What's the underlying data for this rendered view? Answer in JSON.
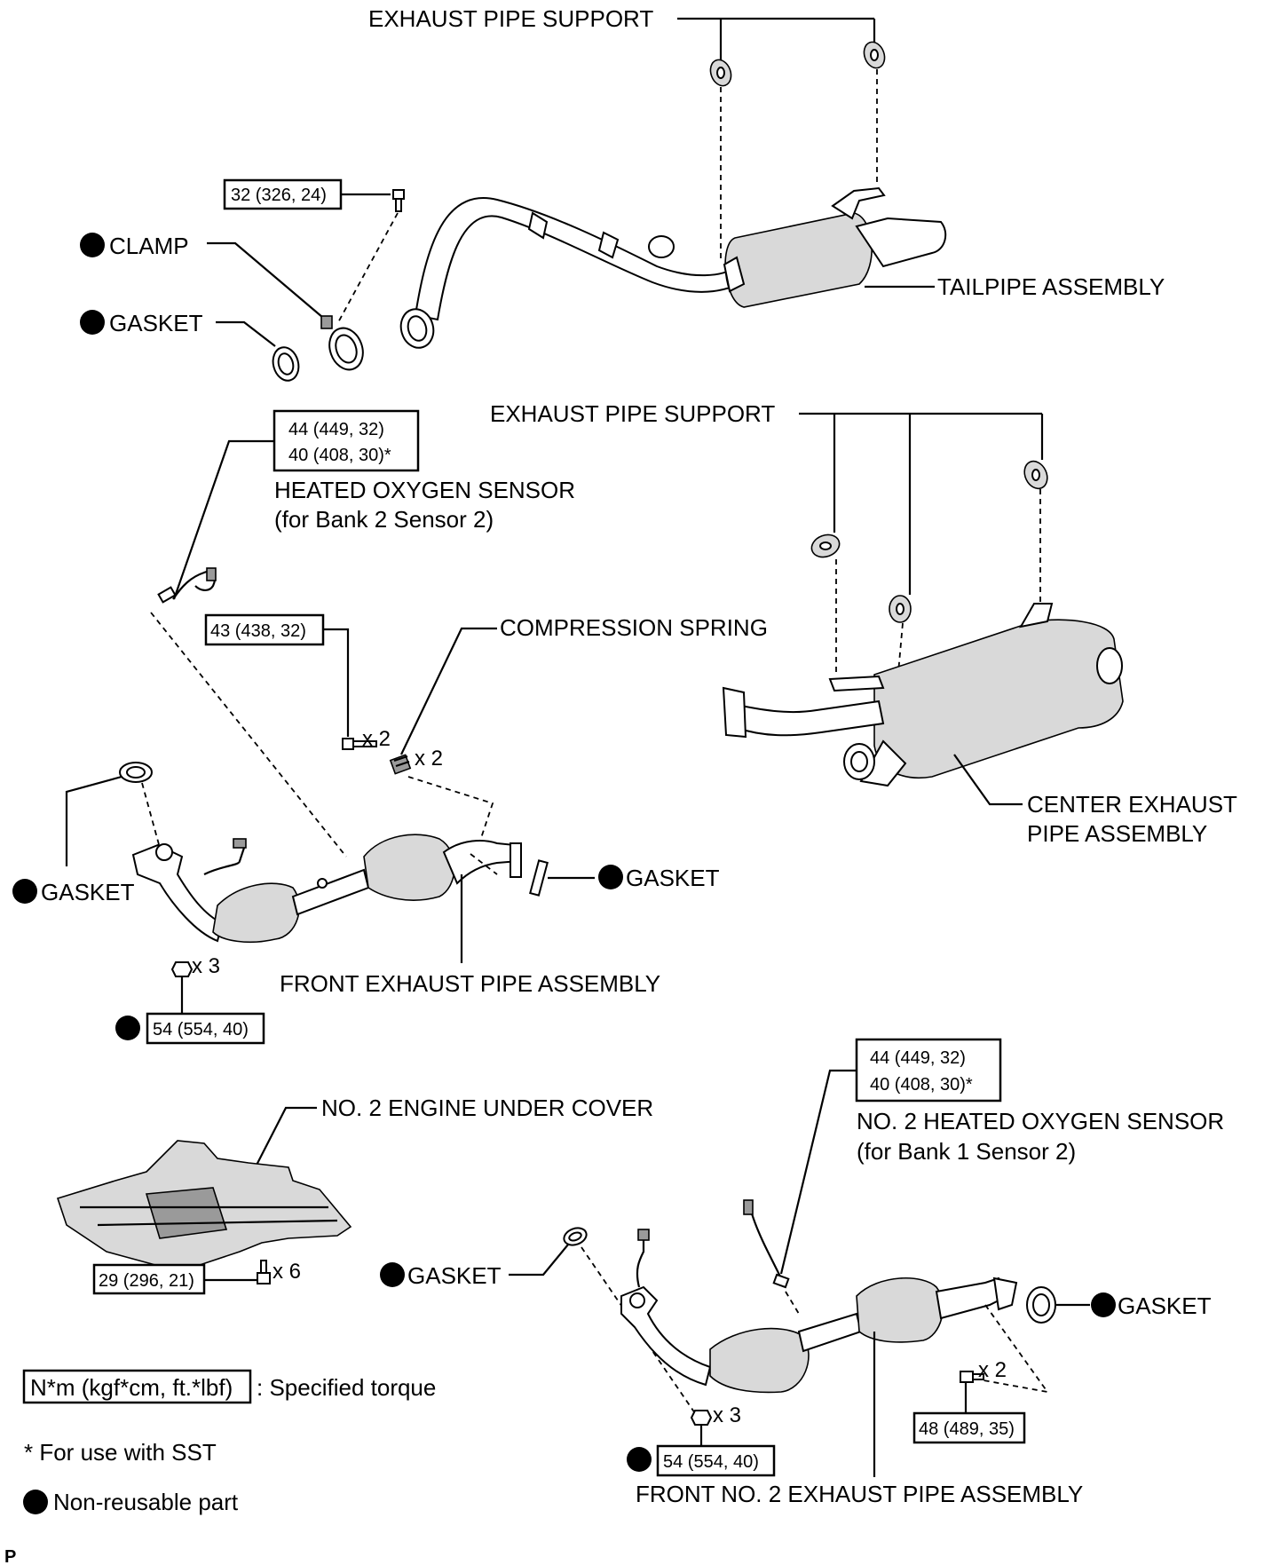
{
  "labels": {
    "exhaust_pipe_support_top": "EXHAUST PIPE SUPPORT",
    "clamp": "CLAMP",
    "gasket": "GASKET",
    "tailpipe_assembly": "TAILPIPE ASSEMBLY",
    "exhaust_pipe_support_mid": "EXHAUST PIPE SUPPORT",
    "heated_oxygen_sensor": "HEATED OXYGEN SENSOR",
    "heated_oxygen_sensor_sub": "(for Bank 2 Sensor 2)",
    "compression_spring": "COMPRESSION SPRING",
    "center_exhaust_pipe_line1": "CENTER EXHAUST",
    "center_exhaust_pipe_line2": "PIPE ASSEMBLY",
    "front_exhaust_pipe": "FRONT EXHAUST PIPE ASSEMBLY",
    "no2_engine_under_cover": "NO. 2 ENGINE UNDER COVER",
    "no2_heated_oxygen_sensor": "NO. 2 HEATED OXYGEN SENSOR",
    "no2_heated_oxygen_sensor_sub": "(for Bank 1 Sensor 2)",
    "front_no2_exhaust_pipe": "FRONT NO. 2 EXHAUST PIPE ASSEMBLY"
  },
  "torques": {
    "clamp_bolt": "32 (326, 24)",
    "sensor_b2s2_line1": "44 (449, 32)",
    "sensor_b2s2_line2": "40 (408, 30)*",
    "spring_bolt": "43 (438, 32)",
    "front_nut": "54 (554, 40)",
    "cover_bolt": "29 (296, 21)",
    "sensor_b1s2_line1": "44 (449, 32)",
    "sensor_b1s2_line2": "40 (408, 30)*",
    "front_no2_nut": "54 (554, 40)",
    "front_no2_bolt": "48 (489, 35)"
  },
  "quantities": {
    "spring_bolt": "x 2",
    "compression_spring": "x 2",
    "front_nut": "x 3",
    "cover_bolt": "x 6",
    "front_no2_nut": "x 3",
    "front_no2_bolt": "x 2"
  },
  "legend": {
    "torque_unit": "N*m (kgf*cm, ft.*lbf)",
    "torque_desc": ": Specified torque",
    "sst_note": "* For use with SST",
    "non_reusable": "Non-reusable part"
  },
  "figure_code": "P"
}
